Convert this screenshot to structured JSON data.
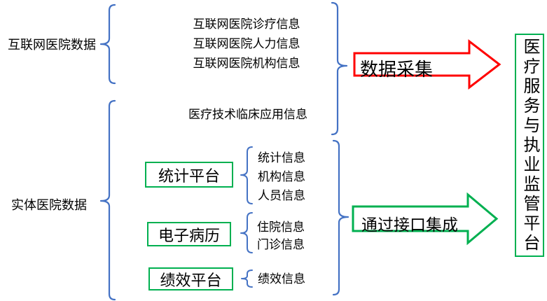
{
  "diagram": {
    "title_hint": "医疗数据集成流程图",
    "left_labels": {
      "internet": "互联网医院数据",
      "physical": "实体医院数据"
    },
    "internet_group": {
      "items": [
        "互联网医院诊疗信息",
        "互联网医院人力信息",
        "互联网医院机构信息"
      ]
    },
    "clinical_item": "医疗技术临床应用信息",
    "platforms": [
      {
        "name": "统计平台",
        "items": [
          "统计信息",
          "机构信息",
          "人员信息"
        ]
      },
      {
        "name": "电子病历",
        "items": [
          "住院信息",
          "门诊信息"
        ]
      },
      {
        "name": "绩效平台",
        "items": [
          "绩效信息"
        ]
      }
    ],
    "arrows": {
      "collect": "数据采集",
      "integrate": "通过接口集成"
    },
    "target_platform": "医疗服务与执业监管平台",
    "colors": {
      "brace": "#4472C4",
      "box_green": "#00B050",
      "arrow_red": "#FF0000",
      "arrow_green": "#00B050",
      "text": "#000000"
    }
  }
}
